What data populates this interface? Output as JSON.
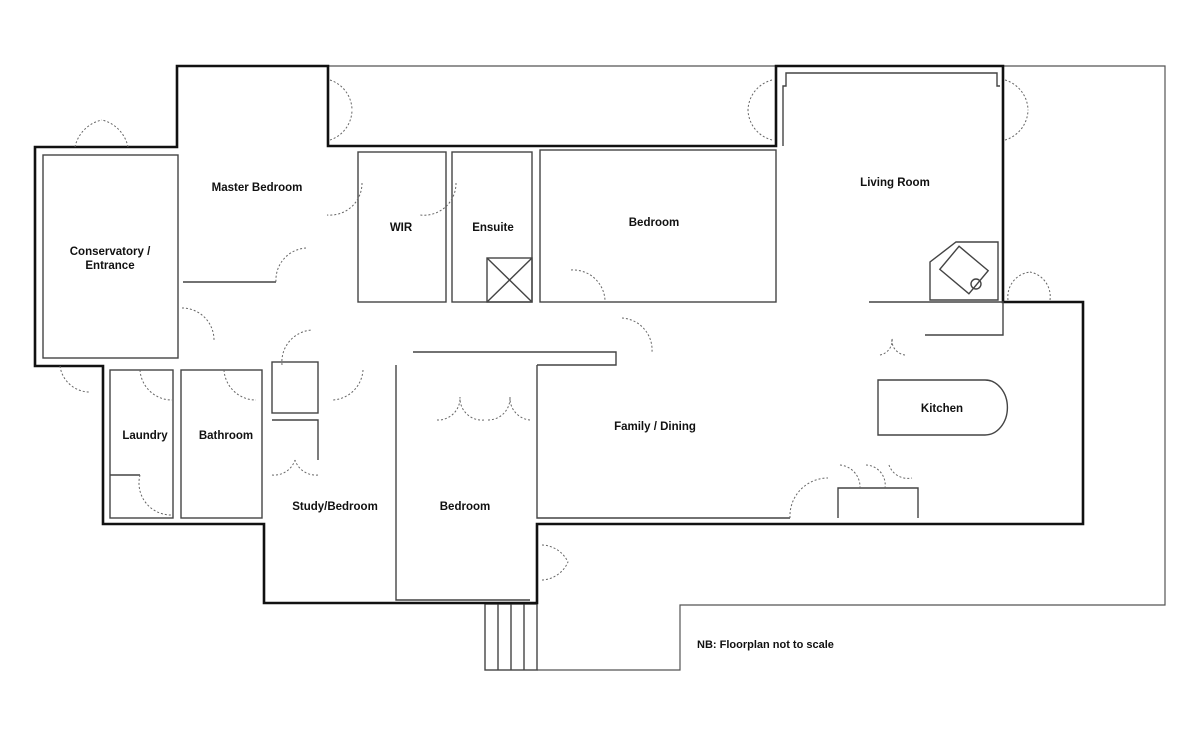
{
  "rooms": {
    "conservatory_line1": "Conservatory /",
    "conservatory_line2": "Entrance",
    "master_bedroom": "Master Bedroom",
    "wir": "WIR",
    "ensuite": "Ensuite",
    "bedroom_top": "Bedroom",
    "living_room": "Living Room",
    "kitchen": "Kitchen",
    "family_dining": "Family / Dining",
    "laundry": "Laundry",
    "bathroom": "Bathroom",
    "study_bedroom": "Study/Bedroom",
    "bedroom_bottom": "Bedroom"
  },
  "note": "NB: Floorplan not to scale"
}
